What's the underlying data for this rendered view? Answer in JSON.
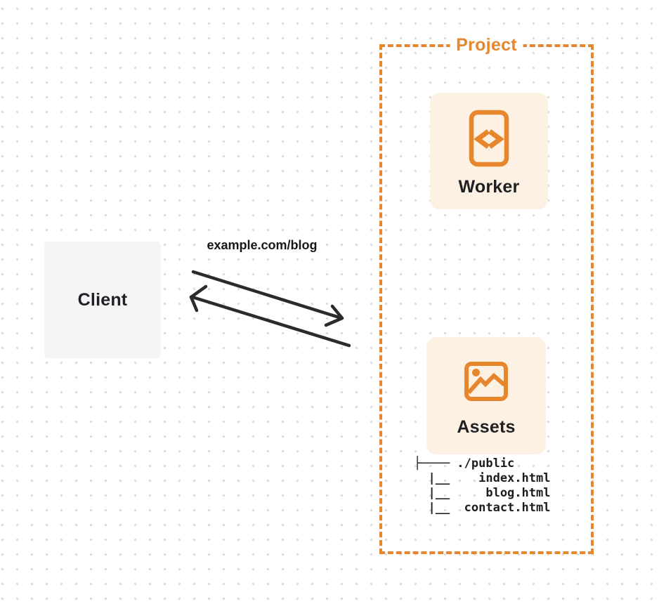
{
  "colors": {
    "orange": "#E8862D",
    "card_bg": "#FCF1E2",
    "client_bg": "#F5F5F7",
    "ink": "#1F2023",
    "arrow": "#2B2B2B",
    "dot": "#DCDCDC"
  },
  "client": {
    "label": "Client"
  },
  "request": {
    "label": "example.com/blog"
  },
  "project": {
    "label": "Project",
    "worker": {
      "label": "Worker",
      "icon": "code-file-icon"
    },
    "assets": {
      "label": "Assets",
      "icon": "image-icon",
      "tree": [
        "├──── ./public",
        "  |__    index.html",
        "  |__     blog.html",
        "  |__  contact.html"
      ]
    }
  }
}
